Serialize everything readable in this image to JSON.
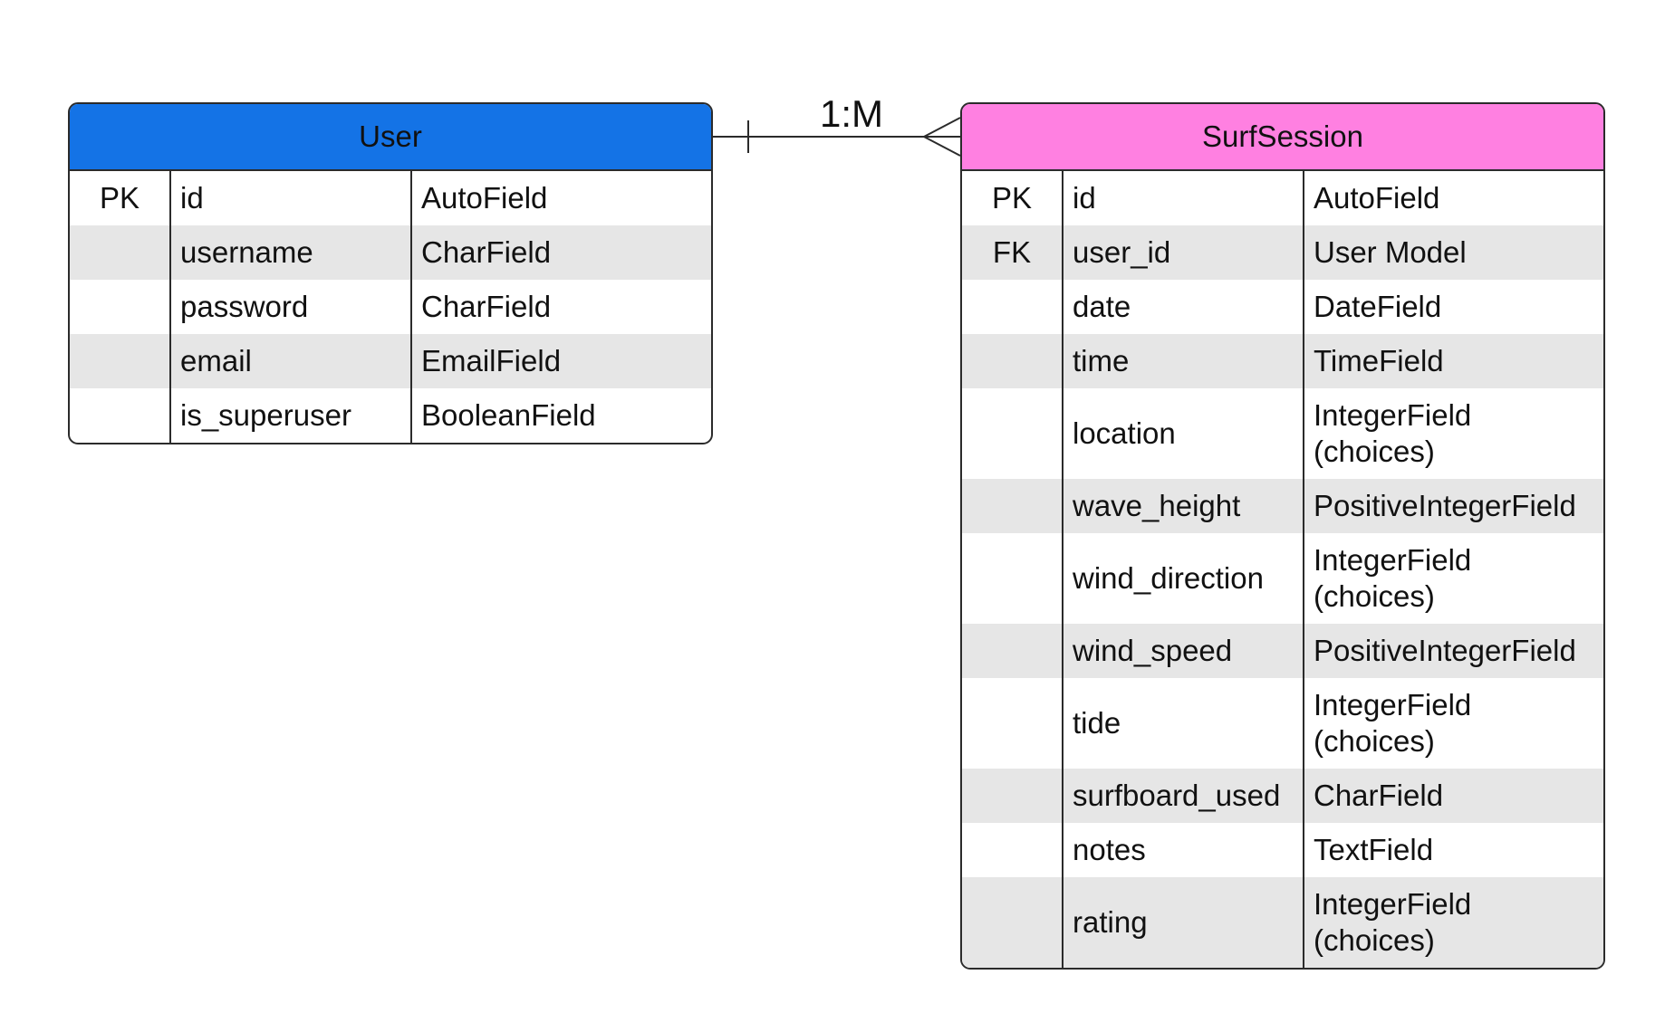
{
  "relationship": {
    "label": "1:M"
  },
  "entities": {
    "user": {
      "title": "User",
      "header_color": "#1473e6",
      "rows": [
        {
          "key": "PK",
          "name": "id",
          "type": "AutoField"
        },
        {
          "key": "",
          "name": "username",
          "type": "CharField"
        },
        {
          "key": "",
          "name": "password",
          "type": "CharField"
        },
        {
          "key": "",
          "name": "email",
          "type": "EmailField"
        },
        {
          "key": "",
          "name": "is_superuser",
          "type": "BooleanField"
        }
      ]
    },
    "surf": {
      "title": "SurfSession",
      "header_color": "#ff80e1",
      "rows": [
        {
          "key": "PK",
          "name": "id",
          "type": "AutoField"
        },
        {
          "key": "FK",
          "name": "user_id",
          "type": "User Model"
        },
        {
          "key": "",
          "name": "date",
          "type": "DateField"
        },
        {
          "key": "",
          "name": "time",
          "type": "TimeField"
        },
        {
          "key": "",
          "name": "location",
          "type": "IntegerField\n(choices)"
        },
        {
          "key": "",
          "name": "wave_height",
          "type": "PositiveIntegerField"
        },
        {
          "key": "",
          "name": "wind_direction",
          "type": "IntegerField\n(choices)"
        },
        {
          "key": "",
          "name": "wind_speed",
          "type": "PositiveIntegerField"
        },
        {
          "key": "",
          "name": "tide",
          "type": "IntegerField\n(choices)"
        },
        {
          "key": "",
          "name": "surfboard_used",
          "type": "CharField"
        },
        {
          "key": "",
          "name": "notes",
          "type": "TextField"
        },
        {
          "key": "",
          "name": "rating",
          "type": "IntegerField\n(choices)"
        }
      ]
    }
  }
}
